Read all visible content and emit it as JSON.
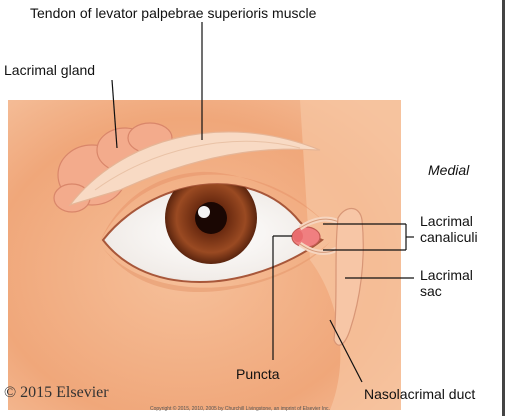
{
  "labels": {
    "tendon": "Tendon of levator palpebrae superioris muscle",
    "gland": "Lacrimal gland",
    "medial": "Medial",
    "canaliculi_line1": "Lacrimal",
    "canaliculi_line2": "canaliculi",
    "sac_line1": "Lacrimal",
    "sac_line2": "sac",
    "puncta": "Puncta",
    "duct": "Nasolacrimal duct"
  },
  "copyright": "© 2015 Elsevier",
  "fine_print": "Copyright © 2015, 2010, 2005 by Churchill Livingstone, an imprint of Elsevier Inc.",
  "colors": {
    "skin": "#f2b38a",
    "skin_dark": "#e39062",
    "iris": "#8a3e1e",
    "gland": "#f1a98a",
    "tendon": "#f7d2b8"
  }
}
